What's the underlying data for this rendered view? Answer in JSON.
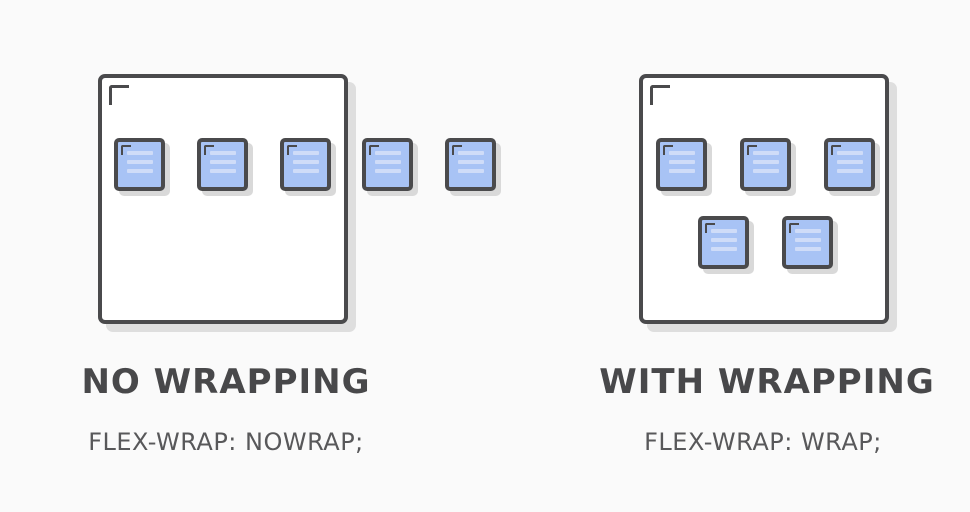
{
  "panels": [
    {
      "title": "NO WRAPPING",
      "code": "FLEX-WRAP: NOWRAP;",
      "item_count": 5
    },
    {
      "title": "WITH WRAPPING",
      "code": "FLEX-WRAP: WRAP;",
      "item_count": 5
    }
  ],
  "colors": {
    "background": "#fafafa",
    "stroke": "#4a4a4c",
    "item_fill": "#a8c3f5",
    "item_lines": "#cfdcf8",
    "shadow": "#dedede"
  }
}
